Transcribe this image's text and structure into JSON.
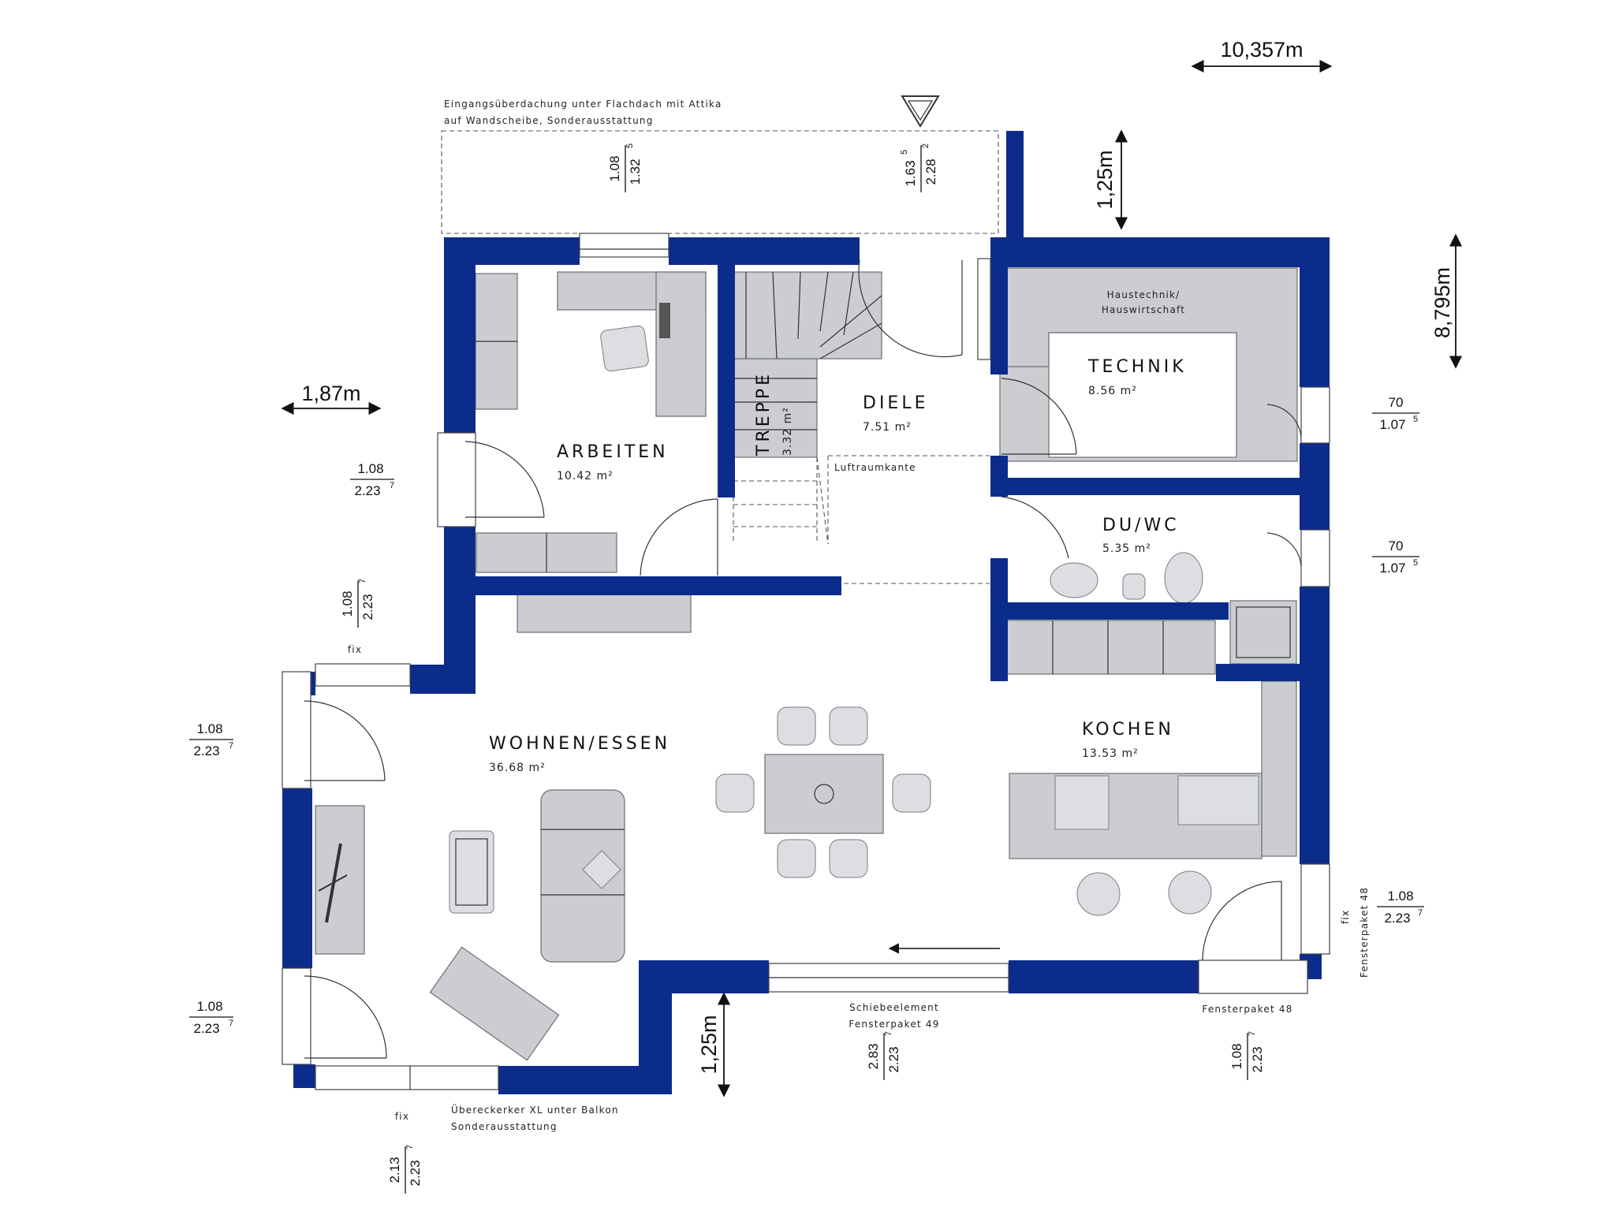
{
  "rooms": [
    {
      "id": "arbeiten",
      "name": "ARBEITEN",
      "area": "10.42 m²"
    },
    {
      "id": "treppe",
      "name": "TREPPE",
      "area": "3.32 m²"
    },
    {
      "id": "diele",
      "name": "DIELE",
      "area": "7.51 m²"
    },
    {
      "id": "technik",
      "name": "TECHNIK",
      "area": "8.56 m²",
      "sub1": "Haustechnik/",
      "sub2": "Hauswirtschaft"
    },
    {
      "id": "duwc",
      "name": "DU/WC",
      "area": "5.35 m²"
    },
    {
      "id": "wohnen",
      "name": "WOHNEN/ESSEN",
      "area": "36.68 m²"
    },
    {
      "id": "kochen",
      "name": "KOCHEN",
      "area": "13.53 m²"
    }
  ],
  "notes": {
    "entrance_line1": "Eingangsüberdachung unter Flachdach mit Attika",
    "entrance_line2": "auf Wandscheibe, Sonderausstattung",
    "luftraum": "Luftraumkante",
    "schiebe": "Schiebeelement",
    "fp49": "Fensterpaket 49",
    "fp48_bottom": "Fensterpaket 48",
    "fp48_side": "Fensterpaket 48",
    "erker_line1": "Übereckerker XL unter Balkon",
    "erker_line2": "Sonderausstattung",
    "fix_top": "fix",
    "fix_bottom": "fix",
    "fix_right": "fix"
  },
  "dimensions": {
    "width_total": "10,357m",
    "depth_total": "8,795m",
    "left_offset": "1,87m",
    "top_offset": "1,25m",
    "bottom_offset": "1,25m"
  },
  "openings": [
    {
      "id": "eing1",
      "num": "1.08",
      "den": "1.32",
      "sup": "5"
    },
    {
      "id": "eing2",
      "num": "1.63",
      "numsup": "5",
      "den": "2.28",
      "sup": "2"
    },
    {
      "id": "left1",
      "num": "1.08",
      "den": "2.23",
      "sup": "7"
    },
    {
      "id": "left2",
      "num": "1.08",
      "den": "2.23",
      "sup": "7"
    },
    {
      "id": "left3",
      "num": "1.08",
      "den": "2.23",
      "sup": "7"
    },
    {
      "id": "left4",
      "num": "1.08",
      "den": "2.23",
      "sup": "7"
    },
    {
      "id": "bot1",
      "num": "2.13",
      "den": "2.23",
      "sup": "7"
    },
    {
      "id": "bot2",
      "num": "2.83",
      "den": "2.23",
      "sup": "7"
    },
    {
      "id": "bot3",
      "num": "1.08",
      "den": "2.23",
      "sup": "7"
    },
    {
      "id": "right1",
      "num": "70",
      "den": "1.07",
      "sup": "5"
    },
    {
      "id": "right2",
      "num": "70",
      "den": "1.07",
      "sup": "5"
    },
    {
      "id": "right3",
      "num": "1.08",
      "den": "2.23",
      "sup": "7"
    }
  ],
  "colors": {
    "wall": "#0c2c8c",
    "furniture": "#cbcdd1"
  }
}
